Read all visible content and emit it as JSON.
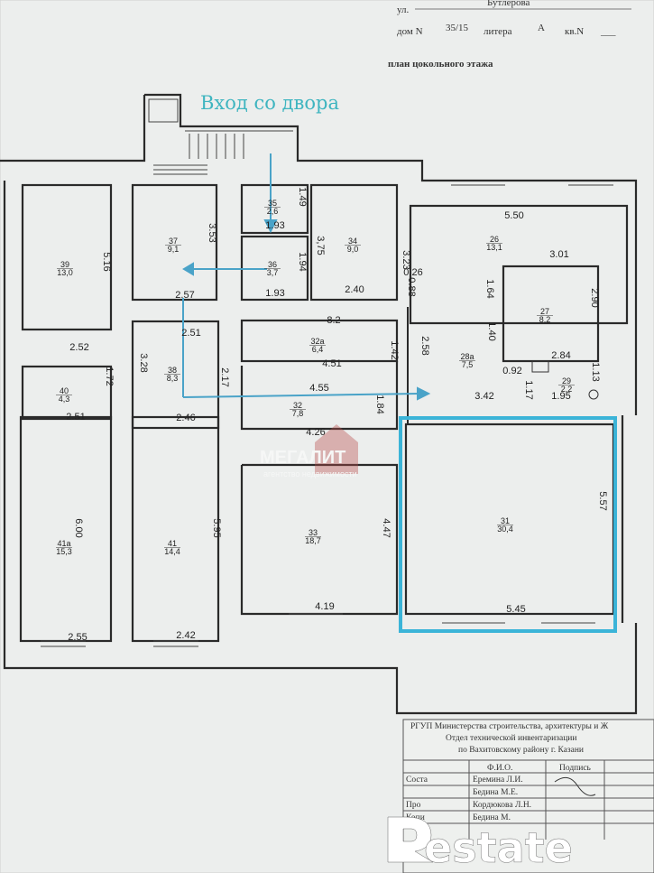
{
  "header": {
    "street_label": "ул.",
    "street_value": "Бутлерова",
    "house_label": "дом N",
    "house_value": "35/15",
    "litera_label": "литера",
    "litera_value": "А",
    "apt_label": "кв.N",
    "apt_value": "___",
    "plan_title": "план цокольного этажа"
  },
  "entrance_label": "Вход со двора",
  "rooms": [
    {
      "num": "39",
      "area": "13,0"
    },
    {
      "num": "37",
      "area": "9,1"
    },
    {
      "num": "35",
      "area": "2,6"
    },
    {
      "num": "34",
      "area": "9,0"
    },
    {
      "num": "36",
      "area": "3,7"
    },
    {
      "num": "26",
      "area": "13,1"
    },
    {
      "num": "27",
      "area": "8,2"
    },
    {
      "num": "32а",
      "area": "6,4"
    },
    {
      "num": "28а",
      "area": "7,5"
    },
    {
      "num": "29",
      "area": "2,2"
    },
    {
      "num": "40",
      "area": "4,3"
    },
    {
      "num": "38",
      "area": "8,3"
    },
    {
      "num": "32",
      "area": "7,8"
    },
    {
      "num": "41а",
      "area": "15,3"
    },
    {
      "num": "41",
      "area": "14,4"
    },
    {
      "num": "33",
      "area": "18,7"
    },
    {
      "num": "31",
      "area": "30,4"
    }
  ],
  "dimensions": [
    "5.16",
    "3.53",
    "1.49",
    "1.93",
    "3,75",
    "1.94",
    "1.93",
    "2.40",
    "5.50",
    "3.23",
    "3.01",
    "2.90",
    "0.26",
    "0.88",
    "2.57",
    "1.64",
    "2.52",
    "2.51",
    "3.28",
    "1.42",
    "4.51",
    "8.2",
    "1.40",
    "2.84",
    "1.72",
    "2.17",
    "4.55",
    "2.58",
    "0.92",
    "1.17",
    "1.95",
    "1.13",
    "2.51",
    "2.46",
    "4.26",
    "1.84",
    "3.42",
    "6.00",
    "5.95",
    "4.47",
    "5.57",
    "2.55",
    "2.42",
    "4.19",
    "5.45"
  ],
  "stamp": {
    "org_line1": "РГУП Министерства строительства, архитектуры и Ж",
    "org_line2": "Отдел технической инвентаризации",
    "org_line3": "по Вахитовскому району г. Казани",
    "col_fio": "Ф.И.О.",
    "col_sign": "Подпись",
    "row1_role": "Соста",
    "row1_name": "Еремина Л.И.",
    "row2_name": "Бедина М.Е.",
    "row3_role": "Про",
    "row3_name": "Кордюкова Л.Н.",
    "row4_role": "Копи",
    "row4_name": "Бедина М."
  },
  "watermarks": {
    "megalit": "МЕГАЛИТ",
    "megalit_sub": "агентство недвижимости",
    "restate": "estate"
  },
  "colors": {
    "highlight": "#3bb4d8",
    "arrow": "#4aa3c8",
    "entrance_text": "#3fb5c0"
  }
}
